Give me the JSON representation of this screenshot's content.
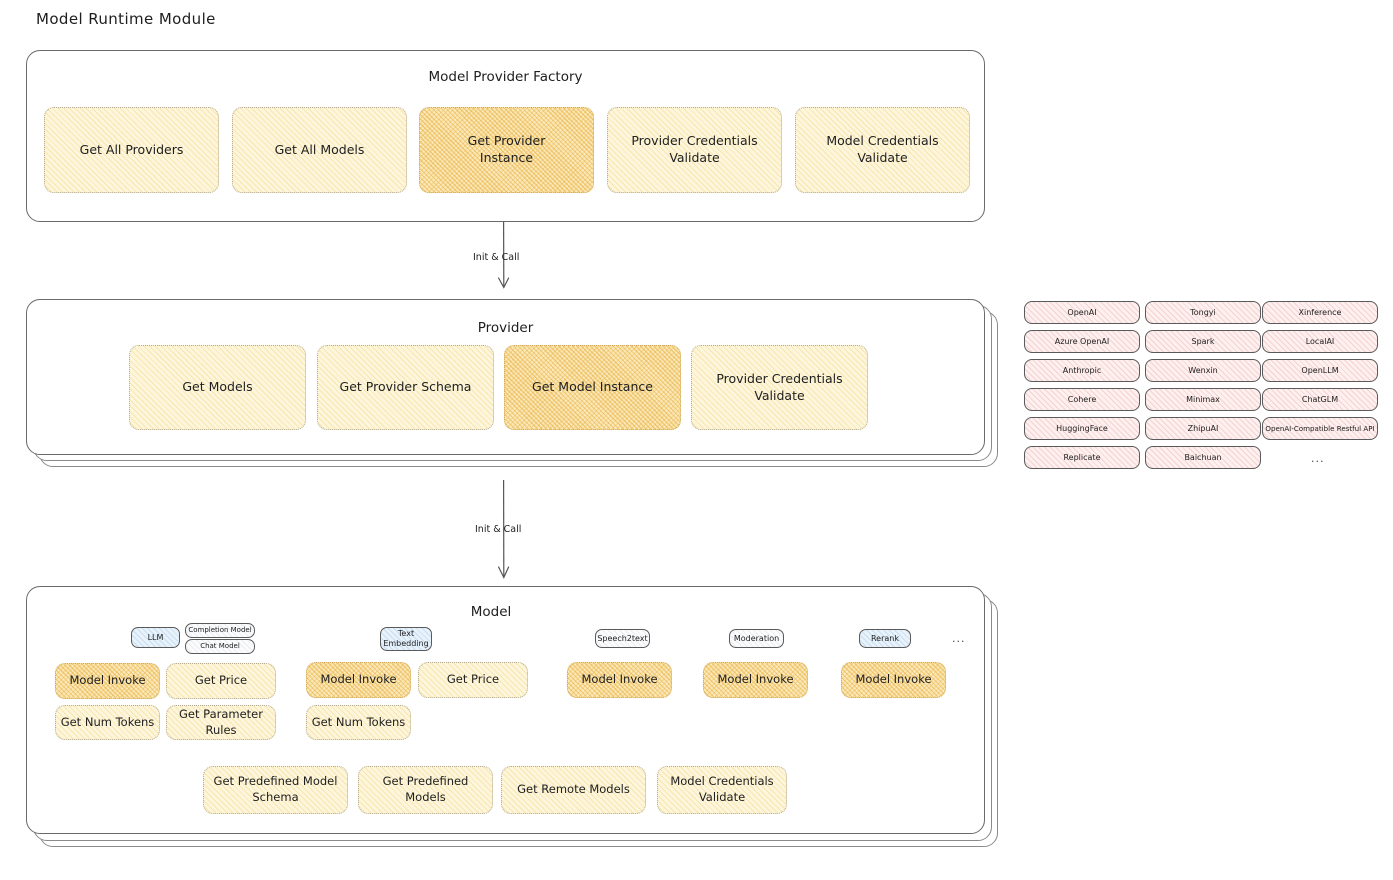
{
  "page": {
    "title": "Model Runtime Module"
  },
  "factory": {
    "title": "Model Provider Factory",
    "boxes": [
      {
        "label": "Get All Providers",
        "highlight": false
      },
      {
        "label": "Get All Models",
        "highlight": false
      },
      {
        "label": "Get Provider Instance",
        "highlight": true
      },
      {
        "label": "Provider Credentials Validate",
        "highlight": false
      },
      {
        "label": "Model Credentials Validate",
        "highlight": false
      }
    ]
  },
  "arrows": [
    {
      "label": "Init & Call"
    },
    {
      "label": "Init & Call"
    }
  ],
  "provider": {
    "title": "Provider",
    "boxes": [
      {
        "label": "Get Models",
        "highlight": false
      },
      {
        "label": "Get Provider Schema",
        "highlight": false
      },
      {
        "label": "Get Model Instance",
        "highlight": true
      },
      {
        "label": "Provider Credentials Validate",
        "highlight": false
      }
    ]
  },
  "provider_list": {
    "columns": [
      [
        "OpenAI",
        "Azure OpenAI",
        "Anthropic",
        "Cohere",
        "HuggingFace",
        "Replicate"
      ],
      [
        "Tongyi",
        "Spark",
        "Wenxin",
        "Minimax",
        "ZhipuAI",
        "Baichuan"
      ],
      [
        "Xinference",
        "LocalAI",
        "OpenLLM",
        "ChatGLM",
        "OpenAI-Compatible Restful API"
      ]
    ],
    "ellipsis": "..."
  },
  "model": {
    "title": "Model",
    "ellipsis": "...",
    "types": [
      {
        "name": "LLM",
        "style": "blue",
        "sub_tags": [
          "Completion Model",
          "Chat Model"
        ],
        "methods": [
          {
            "label": "Model Invoke",
            "highlight": true
          },
          {
            "label": "Get Price",
            "highlight": false
          },
          {
            "label": "Get Num Tokens",
            "highlight": false
          },
          {
            "label": "Get Parameter Rules",
            "highlight": false
          }
        ]
      },
      {
        "name": "Text Embedding",
        "style": "blue",
        "sub_tags": [],
        "methods": [
          {
            "label": "Model Invoke",
            "highlight": true
          },
          {
            "label": "Get Price",
            "highlight": false
          },
          {
            "label": "Get Num Tokens",
            "highlight": false
          }
        ]
      },
      {
        "name": "Speech2text",
        "style": "plain",
        "sub_tags": [],
        "methods": [
          {
            "label": "Model Invoke",
            "highlight": true
          }
        ]
      },
      {
        "name": "Moderation",
        "style": "plain",
        "sub_tags": [],
        "methods": [
          {
            "label": "Model Invoke",
            "highlight": true
          }
        ]
      },
      {
        "name": "Rerank",
        "style": "blue",
        "sub_tags": [],
        "methods": [
          {
            "label": "Model Invoke",
            "highlight": true
          }
        ]
      }
    ],
    "shared_boxes": [
      {
        "label": "Get Predefined Model Schema"
      },
      {
        "label": "Get Predefined Models"
      },
      {
        "label": "Get Remote Models"
      },
      {
        "label": "Model Credentials Validate"
      }
    ]
  }
}
